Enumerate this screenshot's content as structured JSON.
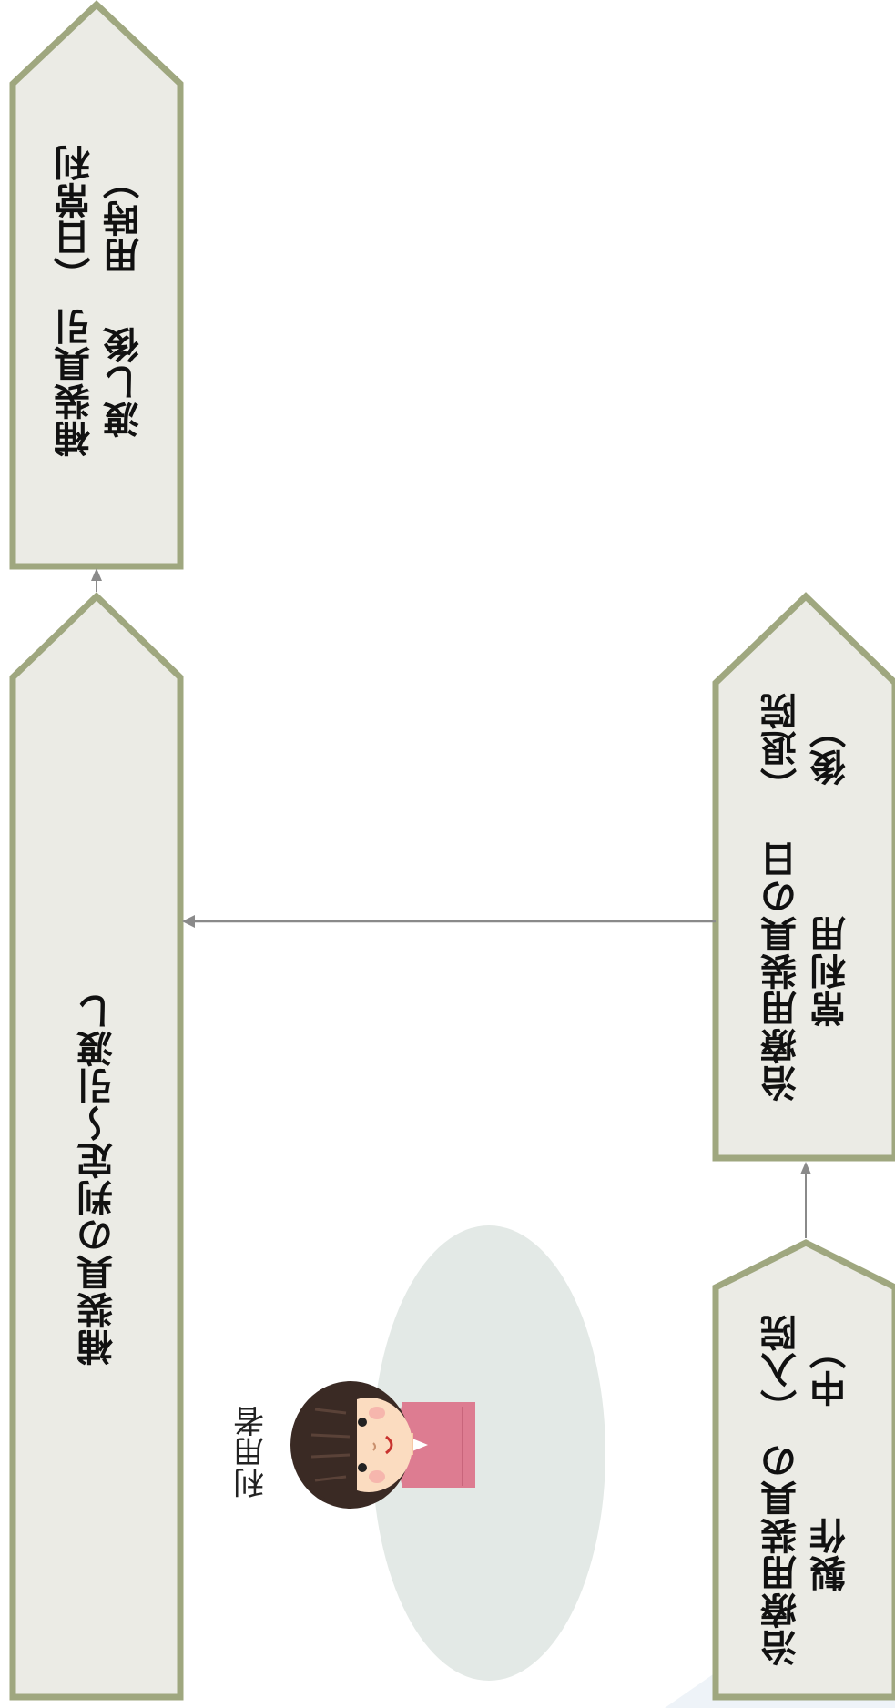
{
  "nodes": {
    "after_delivery": {
      "line1": "補装具引渡し後",
      "line2": "（日常利用時）"
    },
    "judgment_delivery": {
      "line1": "補装具の判定～引渡し"
    },
    "daily_use_after_discharge": {
      "line1": "治療用装具の日常利用",
      "line2": "（退院後）"
    },
    "production_inpatient": {
      "line1": "治療用装具の製作",
      "line2": "（入院中）"
    }
  },
  "user": {
    "label": "利用者"
  },
  "colors": {
    "box_fill": "#ebebe5",
    "box_border": "#9fa77f",
    "arrow": "#8a8a8a",
    "ellipse": "#e3e9e6",
    "skin": "#fbdcc0",
    "hair": "#3a2a24",
    "shirt": "#dd7c91"
  },
  "icons": {
    "user": "woman-avatar-icon"
  }
}
